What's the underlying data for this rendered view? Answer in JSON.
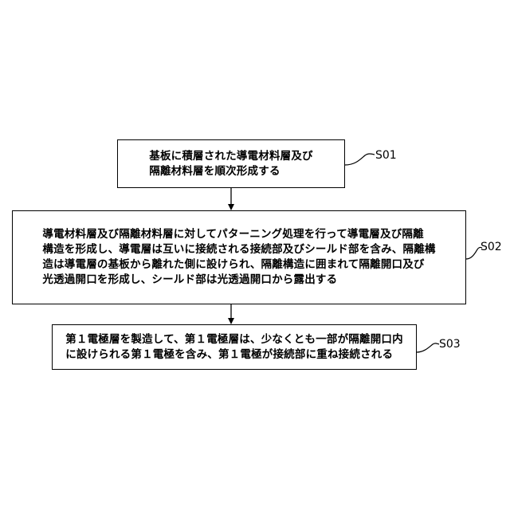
{
  "steps": [
    {
      "label": "S01",
      "text": "基板に積層された導電材料層及び\n隔離材料層を順次形成する"
    },
    {
      "label": "S02",
      "text": "導電材料層及び隔離材料層に対してパターニング処理を行って導電層及び隔離\n構造を形成し、導電層は互いに接続される接続部及びシールド部を含み、隔離構\n造は導電層の基板から離れた側に設けられ、隔離構造に囲まれて隔離開口及び\n光透過開口を形成し、シールド部は光透過開口から露出する"
    },
    {
      "label": "S03",
      "text": "第１電極層を製造して、第１電極層は、少なくとも一部が隔離開口内\nに設けられる第１電極を含み、第１電極が接続部に重ね接続される"
    }
  ]
}
